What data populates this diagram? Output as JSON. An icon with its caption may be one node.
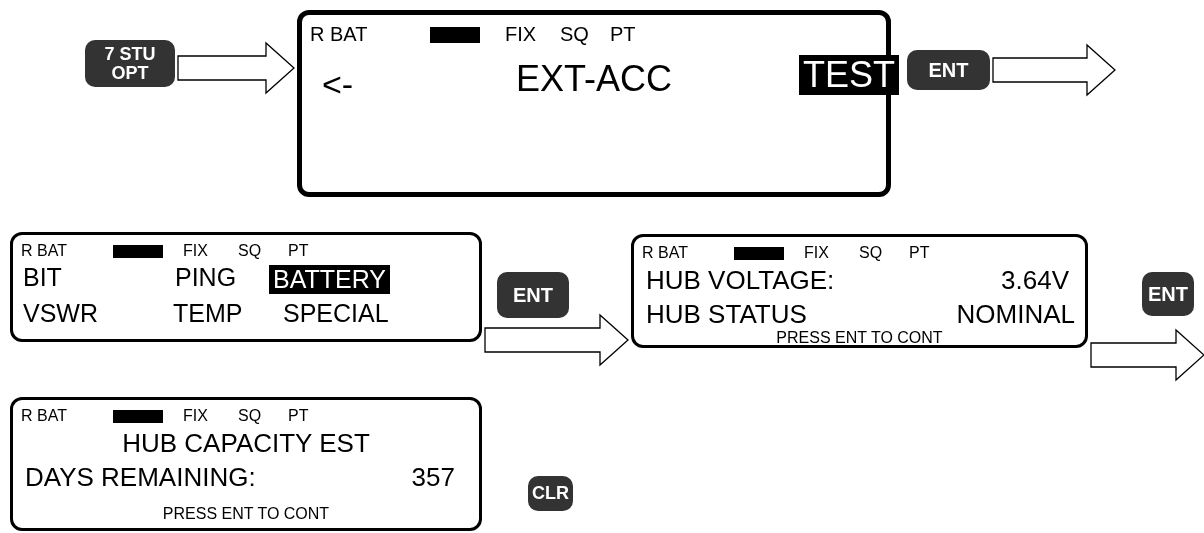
{
  "diagram": {
    "nodes": [
      {
        "text": [
          "7 STU OPT"
        ]
      },
      {
        "text": [
          "R BAT",
          "FIX",
          "SQ",
          "PT",
          "<-",
          "EXT-ACC",
          "TEST"
        ]
      },
      {
        "text": [
          "ENT"
        ]
      },
      {
        "text": [
          "R BAT",
          "FIX",
          "SQ",
          "PT",
          "BIT",
          "PING",
          "BATTERY",
          "VSWR",
          "TEMP",
          "SPECIAL"
        ]
      },
      {
        "text": [
          "ENT"
        ]
      },
      {
        "text": [
          "R BAT",
          "FIX",
          "SQ",
          "PT",
          "HUB VOLTAGE:",
          "3.64V",
          "HUB STATUS",
          "NOMINAL",
          "PRESS ENT TO CONT"
        ]
      },
      {
        "text": [
          "ENT"
        ]
      },
      {
        "text": [
          "R BAT",
          "FIX",
          "SQ",
          "PT",
          "HUB CAPACITY EST",
          "DAYS REMAINING:",
          "357",
          "PRESS ENT TO CONT"
        ]
      },
      {
        "text": [
          "CLR"
        ]
      }
    ],
    "edges": [
      {
        "from": 0,
        "to": 1,
        "arrow": "to"
      },
      {
        "from": 2,
        "to": null,
        "arrow": "to"
      },
      {
        "from": 3,
        "to": 5,
        "arrow": "to"
      },
      {
        "from": 5,
        "to": null,
        "arrow": "to"
      }
    ]
  }
}
